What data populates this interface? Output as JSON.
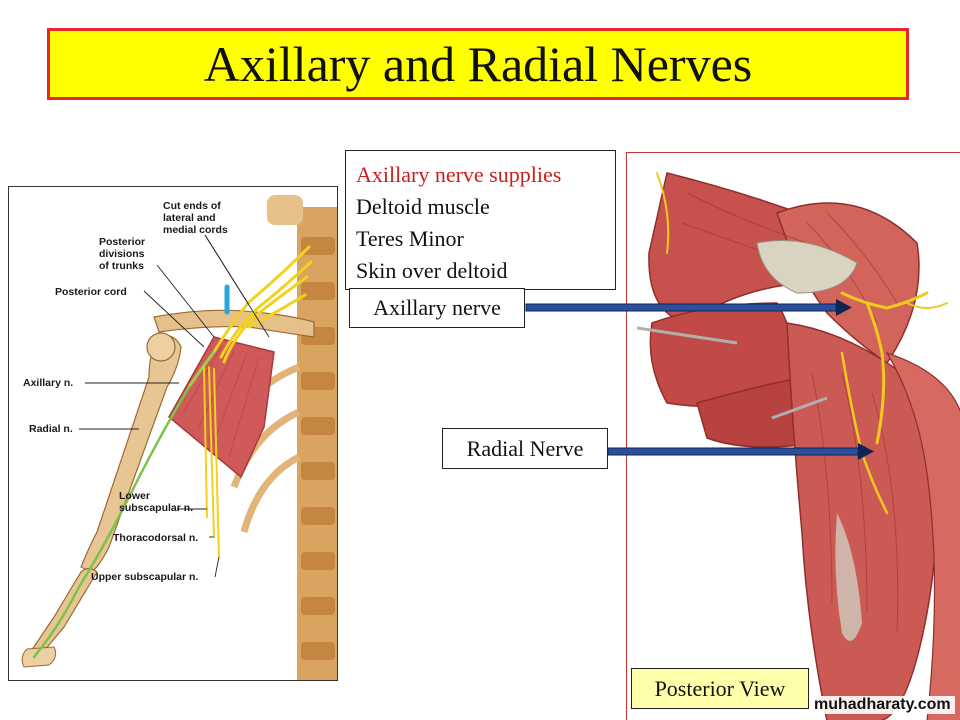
{
  "title": "Axillary and Radial Nerves",
  "info": {
    "header": "Axillary nerve supplies",
    "lines": [
      "Deltoid muscle",
      "Teres Minor",
      "Skin over deltoid"
    ]
  },
  "labels": {
    "axillary_nerve": "Axillary nerve",
    "radial_nerve": "Radial Nerve",
    "posterior_view": "Posterior View"
  },
  "figure_left_labels": {
    "cut_ends": [
      "Cut ends of",
      "lateral and",
      "medial cords"
    ],
    "posterior_divisions": [
      "Posterior",
      "divisions",
      "of trunks"
    ],
    "posterior_cord": "Posterior cord",
    "axillary_n": "Axillary n.",
    "radial_n": "Radial n.",
    "lower_subscapular": [
      "Lower",
      "subscapular n."
    ],
    "thoracodorsal": "Thoracodorsal n.",
    "upper_subscapular": "Upper subscapular n."
  },
  "watermark": "muhadharaty.com",
  "colors": {
    "title_bg": "#ffff00",
    "title_border": "#e8282a",
    "info_header": "#cc1e1e",
    "posterior_bg": "#ffffaa",
    "arrow": "#2a4f9c"
  }
}
